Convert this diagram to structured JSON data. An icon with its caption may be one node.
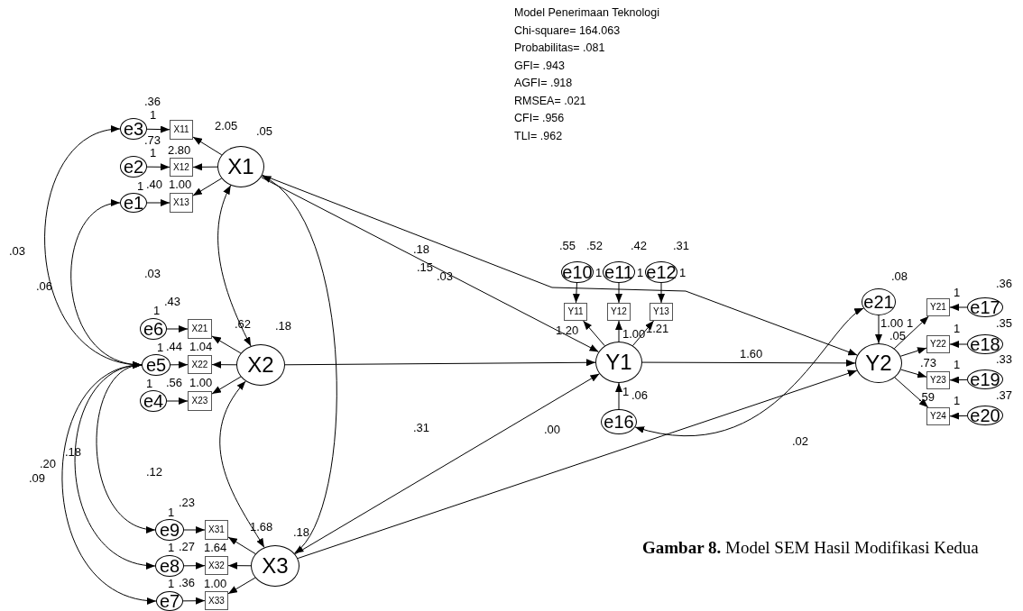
{
  "diagram": {
    "caption": "**Gambar 8.** Model SEM Hasil Modifikasi Kedua",
    "nodes": [
      {
        "text": [
          "e3"
        ]
      },
      {
        "text": [
          "e2"
        ]
      },
      {
        "text": [
          "e1"
        ]
      },
      {
        "text": [
          "X11"
        ]
      },
      {
        "text": [
          "X12"
        ]
      },
      {
        "text": [
          "X13"
        ]
      },
      {
        "text": [
          "X1"
        ]
      },
      {
        "text": [
          "e6"
        ]
      },
      {
        "text": [
          "e5"
        ]
      },
      {
        "text": [
          "e4"
        ]
      },
      {
        "text": [
          "X21"
        ]
      },
      {
        "text": [
          "X22"
        ]
      },
      {
        "text": [
          "X23"
        ]
      },
      {
        "text": [
          "X2"
        ]
      },
      {
        "text": [
          "e9"
        ]
      },
      {
        "text": [
          "e8"
        ]
      },
      {
        "text": [
          "e7"
        ]
      },
      {
        "text": [
          "X31"
        ]
      },
      {
        "text": [
          "X32"
        ]
      },
      {
        "text": [
          "X33"
        ]
      },
      {
        "text": [
          "X3"
        ]
      },
      {
        "text": [
          "e10"
        ]
      },
      {
        "text": [
          "e11"
        ]
      },
      {
        "text": [
          "e12"
        ]
      },
      {
        "text": [
          "Y11"
        ]
      },
      {
        "text": [
          "Y12"
        ]
      },
      {
        "text": [
          "Y13"
        ]
      },
      {
        "text": [
          "Y1"
        ]
      },
      {
        "text": [
          "e16"
        ]
      },
      {
        "text": [
          "e21"
        ]
      },
      {
        "text": [
          "Y2"
        ]
      },
      {
        "text": [
          "Y21"
        ]
      },
      {
        "text": [
          "Y22"
        ]
      },
      {
        "text": [
          "Y23"
        ]
      },
      {
        "text": [
          "Y24"
        ]
      },
      {
        "text": [
          "e17"
        ]
      },
      {
        "text": [
          "e18"
        ]
      },
      {
        "text": [
          "e19"
        ]
      },
      {
        "text": [
          "e20"
        ]
      }
    ],
    "edges": [
      {
        "from": 0,
        "to": 3,
        "arrow": "to"
      },
      {
        "from": 1,
        "to": 4,
        "arrow": "to"
      },
      {
        "from": 2,
        "to": 5,
        "arrow": "to"
      },
      {
        "from": 6,
        "to": 3,
        "arrow": "to"
      },
      {
        "from": 6,
        "to": 4,
        "arrow": "to"
      },
      {
        "from": 6,
        "to": 5,
        "arrow": "to"
      },
      {
        "from": 7,
        "to": 10,
        "arrow": "to"
      },
      {
        "from": 8,
        "to": 11,
        "arrow": "to"
      },
      {
        "from": 9,
        "to": 12,
        "arrow": "to"
      },
      {
        "from": 13,
        "to": 10,
        "arrow": "to"
      },
      {
        "from": 13,
        "to": 11,
        "arrow": "to"
      },
      {
        "from": 13,
        "to": 12,
        "arrow": "to"
      },
      {
        "from": 14,
        "to": 17,
        "arrow": "to"
      },
      {
        "from": 15,
        "to": 18,
        "arrow": "to"
      },
      {
        "from": 16,
        "to": 19,
        "arrow": "to"
      },
      {
        "from": 20,
        "to": 17,
        "arrow": "to"
      },
      {
        "from": 20,
        "to": 18,
        "arrow": "to"
      },
      {
        "from": 20,
        "to": 19,
        "arrow": "to"
      },
      {
        "from": 21,
        "to": 24,
        "arrow": "to"
      },
      {
        "from": 22,
        "to": 25,
        "arrow": "to"
      },
      {
        "from": 23,
        "to": 26,
        "arrow": "to"
      },
      {
        "from": 27,
        "to": 24,
        "arrow": "to"
      },
      {
        "from": 27,
        "to": 25,
        "arrow": "to"
      },
      {
        "from": 27,
        "to": 26,
        "arrow": "to"
      },
      {
        "from": 28,
        "to": 27,
        "arrow": "to"
      },
      {
        "from": 29,
        "to": 30,
        "arrow": "to"
      },
      {
        "from": 30,
        "to": 31,
        "arrow": "to"
      },
      {
        "from": 30,
        "to": 32,
        "arrow": "to"
      },
      {
        "from": 30,
        "to": 33,
        "arrow": "to"
      },
      {
        "from": 30,
        "to": 34,
        "arrow": "to"
      },
      {
        "from": 35,
        "to": 31,
        "arrow": "to"
      },
      {
        "from": 36,
        "to": 32,
        "arrow": "to"
      },
      {
        "from": 37,
        "to": 33,
        "arrow": "to"
      },
      {
        "from": 38,
        "to": 34,
        "arrow": "to"
      },
      {
        "from": 6,
        "to": 27,
        "arrow": "to"
      },
      {
        "from": 13,
        "to": 27,
        "arrow": "to"
      },
      {
        "from": 20,
        "to": 27,
        "arrow": "to"
      },
      {
        "from": 6,
        "to": 30,
        "arrow": "to"
      },
      {
        "from": 20,
        "to": 30,
        "arrow": "to"
      },
      {
        "from": 27,
        "to": 30,
        "arrow": "to"
      },
      {
        "from": 0,
        "to": 8,
        "arrow": "both"
      },
      {
        "from": 2,
        "to": 8,
        "arrow": "both"
      },
      {
        "from": 6,
        "to": 13,
        "arrow": "both"
      },
      {
        "from": 6,
        "to": 20,
        "arrow": "both"
      },
      {
        "from": 13,
        "to": 20,
        "arrow": "both"
      },
      {
        "from": 8,
        "to": 14,
        "arrow": "both"
      },
      {
        "from": 8,
        "to": 15,
        "arrow": "both"
      },
      {
        "from": 8,
        "to": 16,
        "arrow": "both"
      },
      {
        "from": 28,
        "to": 29,
        "arrow": "both"
      }
    ],
    "labels": [
      "Model Penerimaan Teknologi",
      "Chi-square= 164.063",
      "Probabilitas= .081",
      "GFI= .943",
      "AGFI= .918",
      "RMSEA= .021",
      "CFI= .956",
      "TLI= .962",
      ".36",
      "1",
      "2.05",
      ".05",
      ".73",
      "1",
      "2.80",
      "1",
      ".40",
      "1.00",
      ".03",
      ".03",
      ".18",
      ".06",
      ".15",
      ".03",
      ".43",
      "1",
      ".62",
      ".18",
      "1",
      ".44",
      "1.04",
      "1",
      ".56",
      "1.00",
      ".31",
      ".00",
      ".02",
      ".18",
      ".20",
      ".12",
      ".09",
      ".23",
      "1",
      "1.68",
      ".18",
      "1",
      ".27",
      "1.64",
      "1",
      ".36",
      "1.00",
      ".55",
      ".52",
      ".42",
      ".31",
      "1",
      "1",
      "1",
      "1.20",
      "1.00",
      "1.21",
      "1",
      ".06",
      "1.60",
      ".08",
      "1.00",
      "1",
      ".05",
      "1",
      ".36",
      "1",
      ".35",
      ".73",
      "1",
      ".33",
      ".59",
      "1",
      ".37"
    ]
  }
}
